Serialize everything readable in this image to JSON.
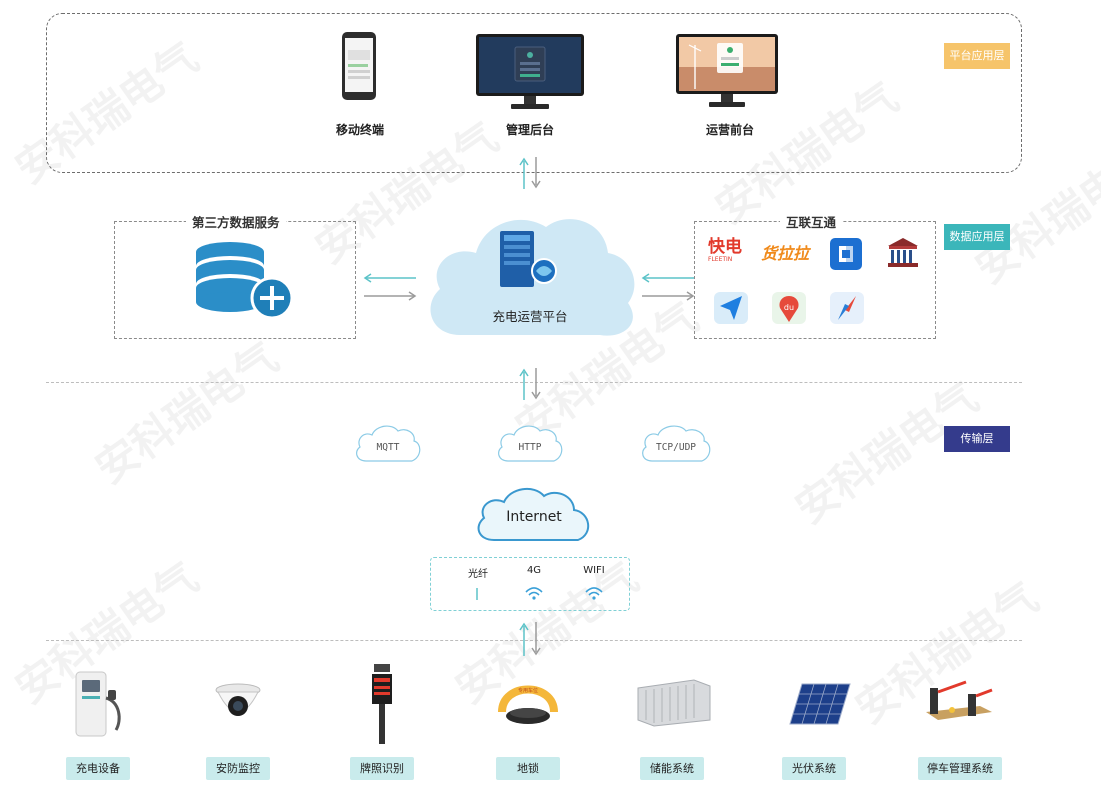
{
  "layers": {
    "platform": "平台应用层",
    "data": "数据应用层",
    "transport": "传输层"
  },
  "platform_items": [
    "移动终端",
    "管理后台",
    "运营前台"
  ],
  "third_party": {
    "title": "第三方数据服务"
  },
  "core": {
    "label": "充电运营平台"
  },
  "interconnect": {
    "title": "互联互通",
    "app1_text": "快电",
    "app1_sub": "FLEETIN",
    "app2_text": "货拉拉",
    "app6_text": "du"
  },
  "protocols": [
    "MQTT",
    "HTTP",
    "TCP/UDP"
  ],
  "internet": "Internet",
  "connections": [
    "光纤",
    "4G",
    "WIFI"
  ],
  "devices": [
    "充电设备",
    "安防监控",
    "牌照识别",
    "地锁",
    "储能系统",
    "光伏系统",
    "停车管理系统"
  ],
  "device_misc": {
    "lock_text": "专用车位"
  },
  "colors": {
    "platform_tag": "#f6c46a",
    "data_tag": "#3bb6ba",
    "transport_tag": "#343b8c",
    "arrow_teal": "#5cc3c8",
    "arrow_grey": "#9b9b9b",
    "cloud_blue": "#cfe8f5",
    "device_tag_bg": "#c9ebec"
  },
  "watermark_text": "安科瑞电气"
}
